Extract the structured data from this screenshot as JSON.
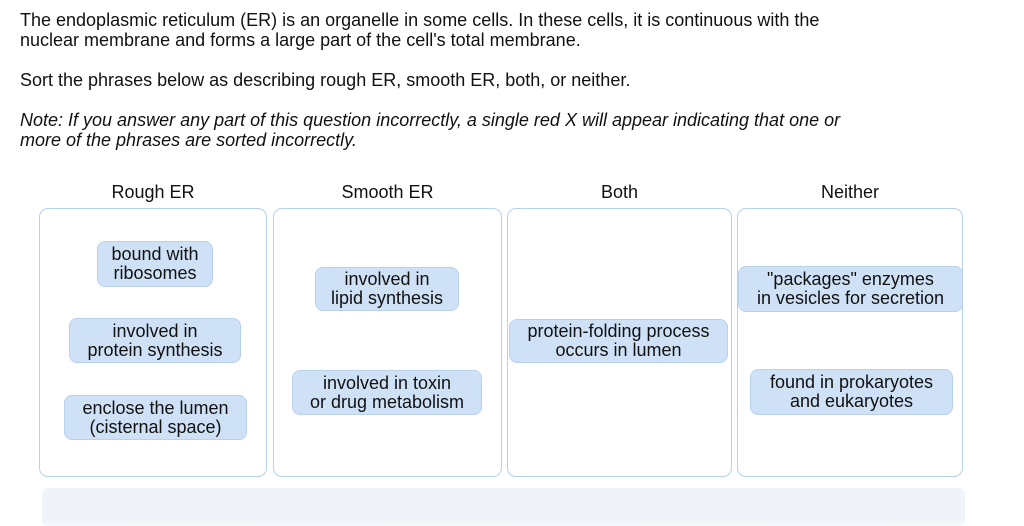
{
  "intro": {
    "p1": [
      "The endoplasmic reticulum (ER) is an organelle in some cells. In these cells, it is continuous with the",
      "nuclear membrane and forms a large part of the cell's total membrane."
    ],
    "p2": [
      "Sort the phrases below as describing rough ER, smooth ER, both, or neither."
    ],
    "note": [
      "Note: If you answer any part of this question incorrectly, a single red X will appear indicating that one or",
      "more of the phrases are sorted incorrectly."
    ]
  },
  "columns": [
    {
      "label": "Rough ER",
      "chips": [
        {
          "lines": [
            "bound with",
            "ribosomes"
          ]
        },
        {
          "lines": [
            "involved in",
            "protein synthesis"
          ]
        },
        {
          "lines": [
            "enclose the lumen",
            "(cisternal space)"
          ]
        }
      ]
    },
    {
      "label": "Smooth ER",
      "chips": [
        {
          "lines": [
            "involved in",
            "lipid synthesis"
          ]
        },
        {
          "lines": [
            "involved in toxin",
            "or drug metabolism"
          ]
        }
      ]
    },
    {
      "label": "Both",
      "chips": [
        {
          "lines": [
            "protein-folding process",
            "occurs in lumen"
          ]
        }
      ]
    },
    {
      "label": "Neither",
      "chips": [
        {
          "lines": [
            "\"packages\" enzymes",
            "in vesicles for secretion"
          ]
        },
        {
          "lines": [
            "found in prokaryotes",
            "and eukaryotes"
          ]
        }
      ]
    }
  ],
  "colors": {
    "chip_bg": "#cee1f6",
    "chip_border": "#b9d2ec",
    "box_border": "#b5d1ee",
    "tray_bg": "#f0f4f9",
    "tray_bg_bottom": "#f7fafd",
    "text_color": "#111111"
  }
}
